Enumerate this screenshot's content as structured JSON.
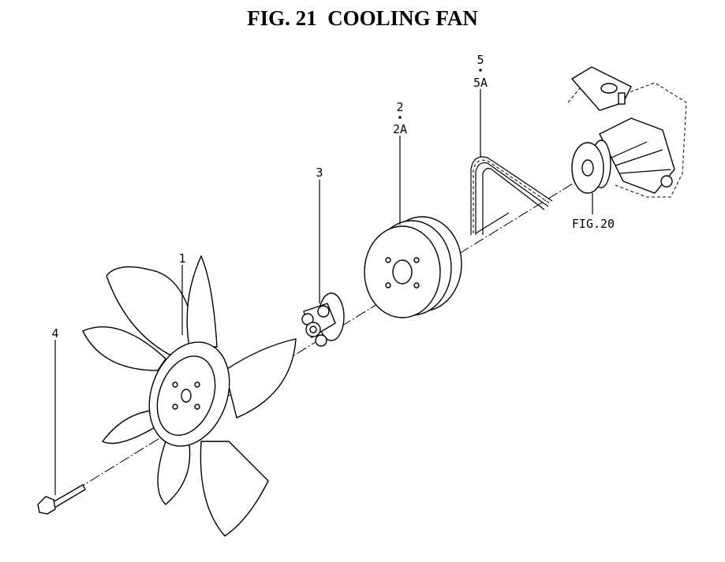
{
  "title": "FIG. 21  COOLING FAN",
  "callouts": {
    "fan": "1",
    "pulley_a": "2",
    "pulley_b": "2A",
    "spacer": "3",
    "bolt": "4",
    "belt_a": "5",
    "belt_b": "5A",
    "pump_ref": "FIG.20"
  }
}
